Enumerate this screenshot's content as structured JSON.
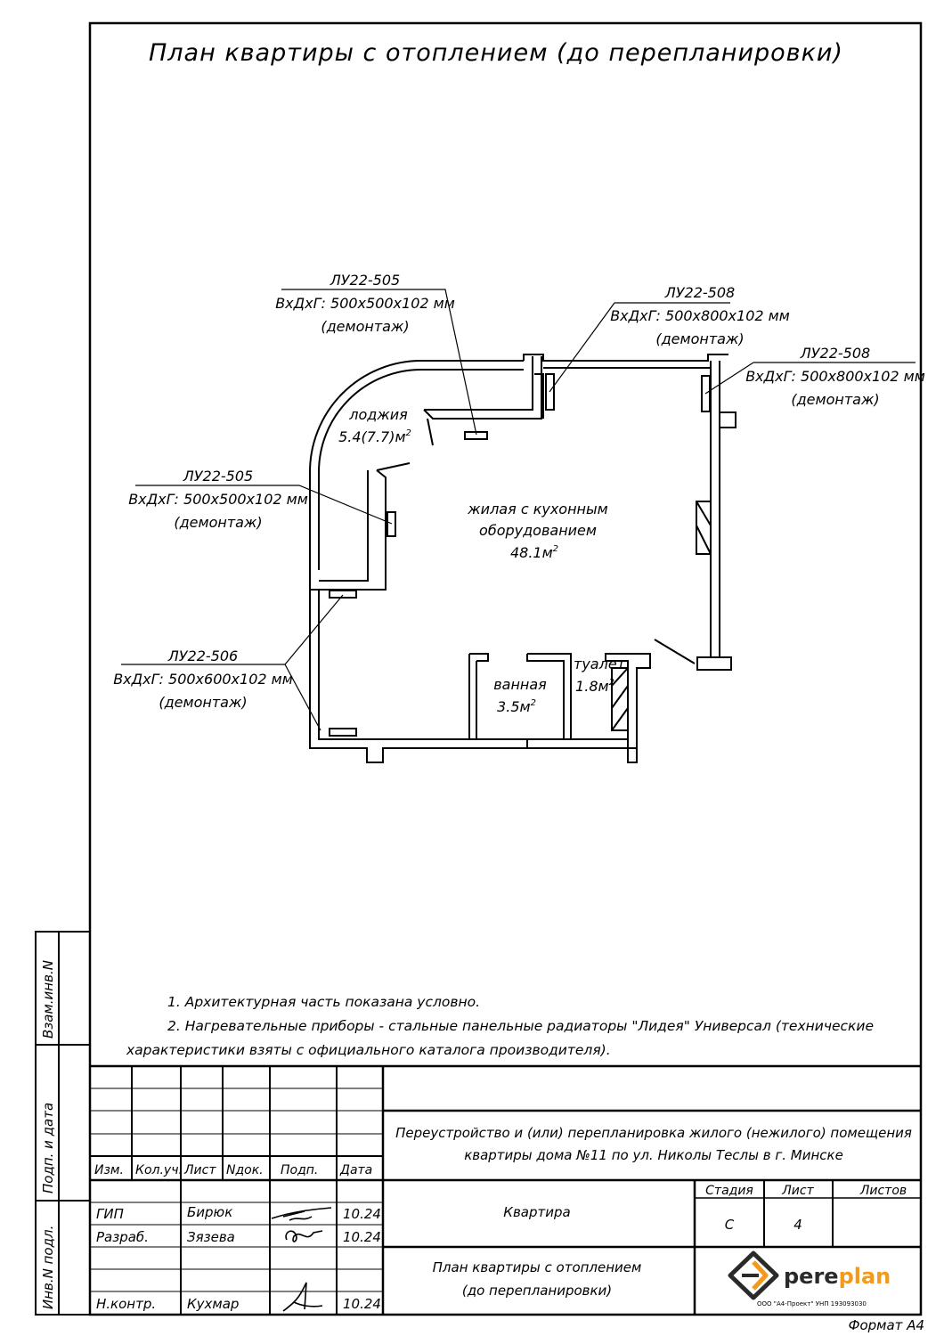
{
  "title": "План квартиры с отоплением (до перепланировки)",
  "radiators": [
    {
      "model": "ЛУ22-505",
      "size": "ВхДхГ:  500х500х102 мм",
      "note": "(демонтаж)"
    },
    {
      "model": "ЛУ22-508",
      "size": "ВхДхГ:  500х800х102 мм",
      "note": "(демонтаж)"
    },
    {
      "model": "ЛУ22-508",
      "size": "ВхДхГ:  500х800х102 мм",
      "note": "(демонтаж)"
    },
    {
      "model": "ЛУ22-505",
      "size": "ВхДхГ:  500х500х102 мм",
      "note": "(демонтаж)"
    },
    {
      "model": "ЛУ22-506",
      "size": "ВхДхГ:  500х600х102 мм",
      "note": "(демонтаж)"
    }
  ],
  "rooms": {
    "loggia": {
      "name": "лоджия",
      "area": "5.4(7.7)м"
    },
    "living": {
      "name_line1": "жилая с кухонным",
      "name_line2": "оборудованием",
      "area": "48.1м"
    },
    "bath": {
      "name": "ванная",
      "area": "3.5м"
    },
    "toilet": {
      "name": "туалет",
      "area": "1.8м"
    },
    "sup": "2"
  },
  "notes": [
    "1. Архитектурная часть показана условно.",
    "2. Нагревательные приборы - стальные панельные радиаторы \"Лидея\" Универсал (технические",
    "характеристики взяты с официального каталога производителя)."
  ],
  "side_stamp": {
    "inv_zam": "Взам.инв.N",
    "sign_date": "Подп. и дата",
    "inv_orig": "Инв.N подл."
  },
  "title_block": {
    "headers": [
      "Изм.",
      "Кол.уч.",
      "Лист",
      "Nдок.",
      "Подп.",
      "Дата"
    ],
    "people": [
      {
        "role": "ГИП",
        "name": "Бирюк",
        "date": "10.24"
      },
      {
        "role": "Разраб.",
        "name": "Зязева",
        "date": "10.24"
      },
      {
        "role": "Н.контр.",
        "name": "Кухмар",
        "date": "10.24"
      }
    ],
    "project_line1": "Переустройство и (или) перепланировка жилого (нежилого) помещения",
    "project_line2": "квартиры дома №11 по ул. Николы Теслы в г. Минске",
    "object": "Квартира",
    "stage_label": "Стадия",
    "sheet_label": "Лист",
    "sheets_label": "Листов",
    "stage": "С",
    "sheet": "4",
    "sheets": "",
    "drawing_line1": "План квартиры с отоплением",
    "drawing_line2": "(до перепланировки)",
    "logo_a": "pere",
    "logo_b": "plan",
    "logo_sub": "ООО \"А4-Проект\" УНП 193093030"
  },
  "format": "Формат А4",
  "colors": {
    "ink": "#000000",
    "logo_orange": "#f39a1d",
    "logo_dark": "#2a2a2a"
  }
}
